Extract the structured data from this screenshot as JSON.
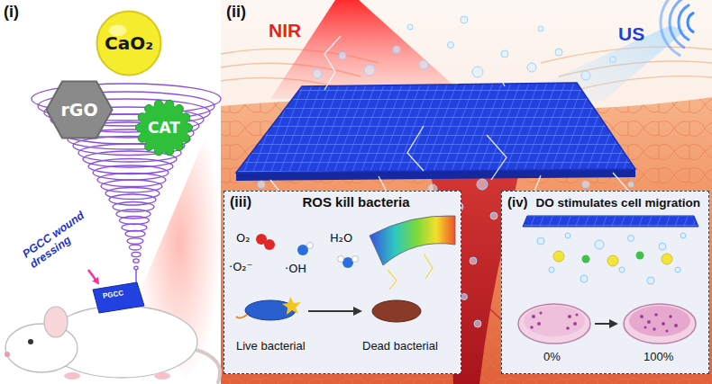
{
  "diagram": {
    "nodes": [
      {
        "text": [
          "CaO₂"
        ]
      },
      {
        "text": [
          "rGO"
        ]
      },
      {
        "text": [
          "CAT"
        ]
      },
      {
        "text": [
          "(iii)",
          "ROS kill bacteria"
        ]
      },
      {
        "text": [
          "(iv)",
          "DO stimulates cell migration"
        ]
      }
    ],
    "labels": [
      "(i)",
      "(ii)",
      "PGCC wound dressing",
      "PGCC",
      "NIR",
      "US",
      "O₂",
      "·O₂⁻",
      "·OH",
      "H₂O",
      "Live bacterial",
      "Dead bacterial",
      "0%",
      "100%"
    ]
  }
}
